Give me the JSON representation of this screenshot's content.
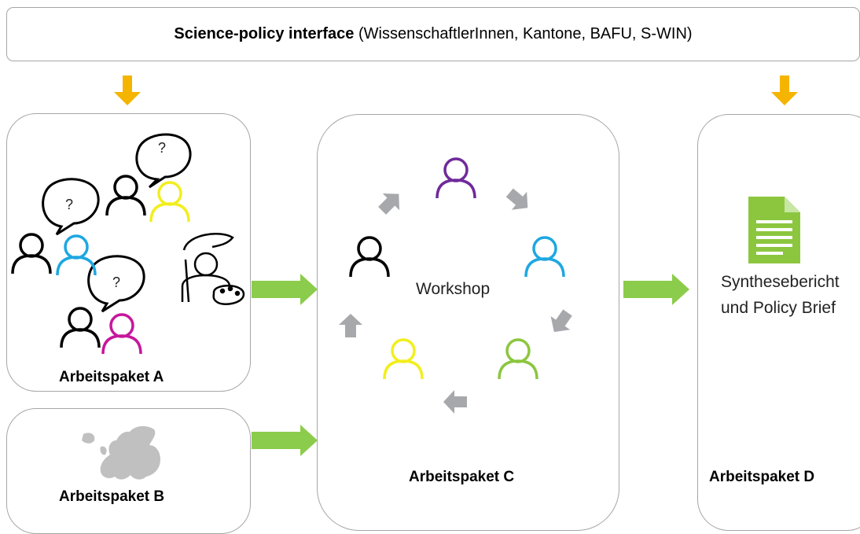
{
  "banner": {
    "bold": "Science-policy interface",
    "rest": " (WissenschaftlerInnen, Kantone, BAFU, S-WIN)"
  },
  "packages": {
    "a": "Arbeitspaket A",
    "b": "Arbeitspaket B",
    "c": "Arbeitspaket C",
    "d": "Arbeitspaket D"
  },
  "workshop": "Workshop",
  "question_mark": "?",
  "output": {
    "line1": "Synthesebericht",
    "line2": "und Policy Brief"
  },
  "colors": {
    "orange_arrow": "#f5b400",
    "green_arrow": "#8ccc4c",
    "grey_arrow": "#a6a8ab",
    "person_black": "#000000",
    "person_cyan": "#1ea7e1",
    "person_yellow": "#f2ee1e",
    "person_magenta": "#c6179c",
    "person_purple": "#6f2a9a",
    "person_green": "#8cc63f",
    "document_green": "#8cc63f",
    "europe_grey": "#c0c0c0"
  }
}
